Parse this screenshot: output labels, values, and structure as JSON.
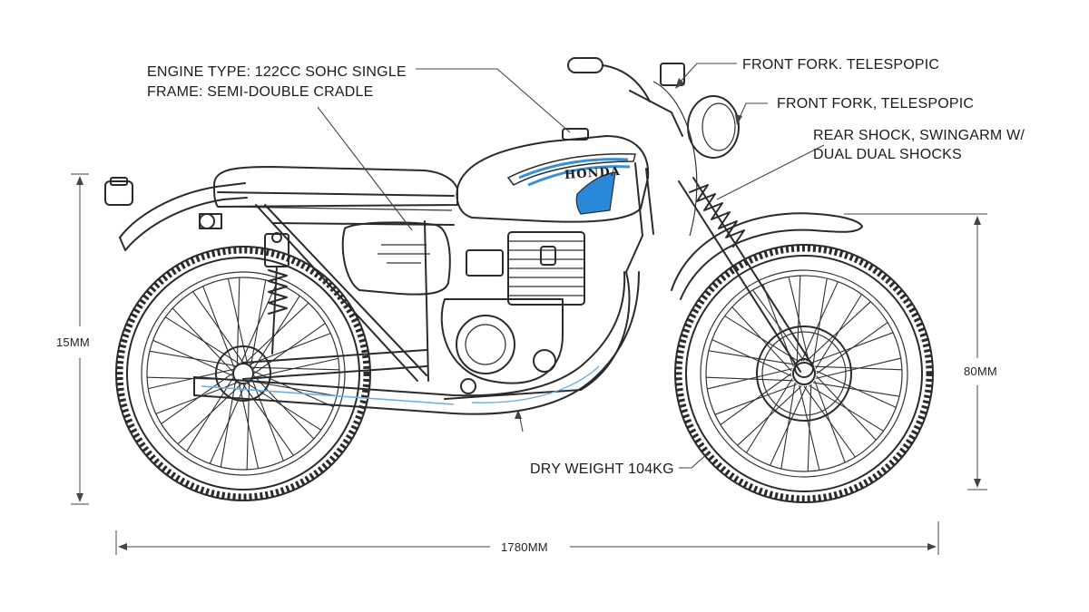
{
  "labels": {
    "engine_type": "ENGINE TYPE: 122CC SOHC SINGLE",
    "frame": "FRAME: SEMI-DOUBLE CRADLE",
    "front_fork_1": "FRONT FORK. TELESPOPIC",
    "front_fork_2": "FRONT FORK, TELESPOPIC",
    "rear_shock_1": "REAR SHOCK, SWINGARM W/",
    "rear_shock_2": "DUAL DUAL SHOCKS",
    "dry_weight": "DRY WEIGHT 104KG"
  },
  "dimensions": {
    "overall_length": "1780MM",
    "left_height": "15MM",
    "right_height": "80MM"
  },
  "tank": {
    "brand": "HONDA",
    "stripe_color": "#2a88d8"
  },
  "colors": {
    "ink": "#2b2b2b",
    "accent_blue": "#3b8fd4"
  }
}
